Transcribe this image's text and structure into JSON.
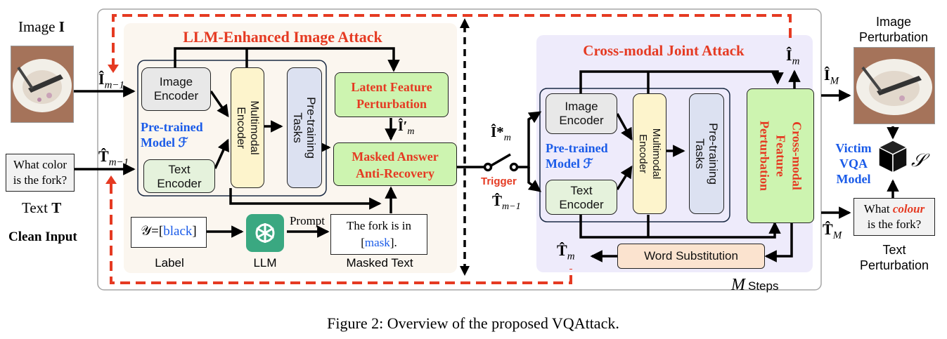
{
  "caption": "Figure 2: Overview of the proposed VQAttack.",
  "left": {
    "image_label_prefix": "Image ",
    "image_label_symbol": "I",
    "question": "What color\nis the fork?",
    "text_label_prefix": "Text ",
    "text_label_symbol": "T",
    "clean_input": "Clean Input",
    "img_in": "Î",
    "img_in_sub": "m−1",
    "txt_in": "T̂",
    "txt_in_sub": "m−1"
  },
  "llm_attack": {
    "title": "LLM-Enhanced Image Attack",
    "image_encoder": "Image\nEncoder",
    "text_encoder": "Text\nEncoder",
    "multimodal_encoder": "Multimodal\nEncoder",
    "pretraining_tasks": "Pre-training\nTasks",
    "pretrained_model": "Pre-trained\nModel ℱ",
    "latent": "Latent Feature\nPerturbation",
    "masked_answer": "Masked Answer\nAnti-Recovery",
    "i_prime": "Î′",
    "i_prime_sub": "m",
    "label_eq": "𝒴=[",
    "label_word": "black",
    "label_close": "]",
    "label_caption": "Label",
    "llm_caption": "LLM",
    "prompt": "Prompt",
    "masked_text_line1": "The fork is in",
    "masked_text_mask": "mask",
    "masked_text_caption": "Masked Text"
  },
  "middle": {
    "i_star": "Î*",
    "i_star_sub": "m",
    "trigger": "Trigger",
    "t_hat": "T̂",
    "t_hat_sub": "m−1"
  },
  "cross_attack": {
    "title": "Cross-modal Joint Attack",
    "image_encoder": "Image\nEncoder",
    "text_encoder": "Text\nEncoder",
    "multimodal_encoder": "Multimodal\nEncoder",
    "pretraining_tasks": "Pre-training\nTasks",
    "pretrained_model": "Pre-trained\nModel ℱ",
    "feature_perturbation": "Cross-modal\nFeature\nPerturbation",
    "word_substitution": "Word Substitution",
    "i_m": "Î",
    "i_m_sub": "m",
    "t_m": "T̂",
    "t_m_sub": "m",
    "m_steps_symbol": "M",
    "m_steps_word": "Steps"
  },
  "right": {
    "image_perturbation": "Image\nPerturbation",
    "i_M": "Î",
    "i_M_sub": "M",
    "victim": "Victim\nVQA\nModel",
    "s_symbol": "𝒮",
    "q_what": "What ",
    "q_colour": "colour",
    "q_rest": "is the fork?",
    "t_M": "T̂",
    "t_M_sub": "M",
    "text_perturbation": "Text\nPerturbation"
  },
  "colors": {
    "red": "#e53a22",
    "blue": "#1a5be8",
    "green_fill": "#cdf4b0",
    "yellow_fill": "#fdf4cc",
    "slate_fill": "#dce1f1",
    "panel_left": "#fbf6ef",
    "panel_right": "#eeebfb",
    "llm_green": "#3aa881"
  },
  "icons": [
    "chatgpt-icon",
    "cube-icon",
    "fork-plate-photo"
  ]
}
